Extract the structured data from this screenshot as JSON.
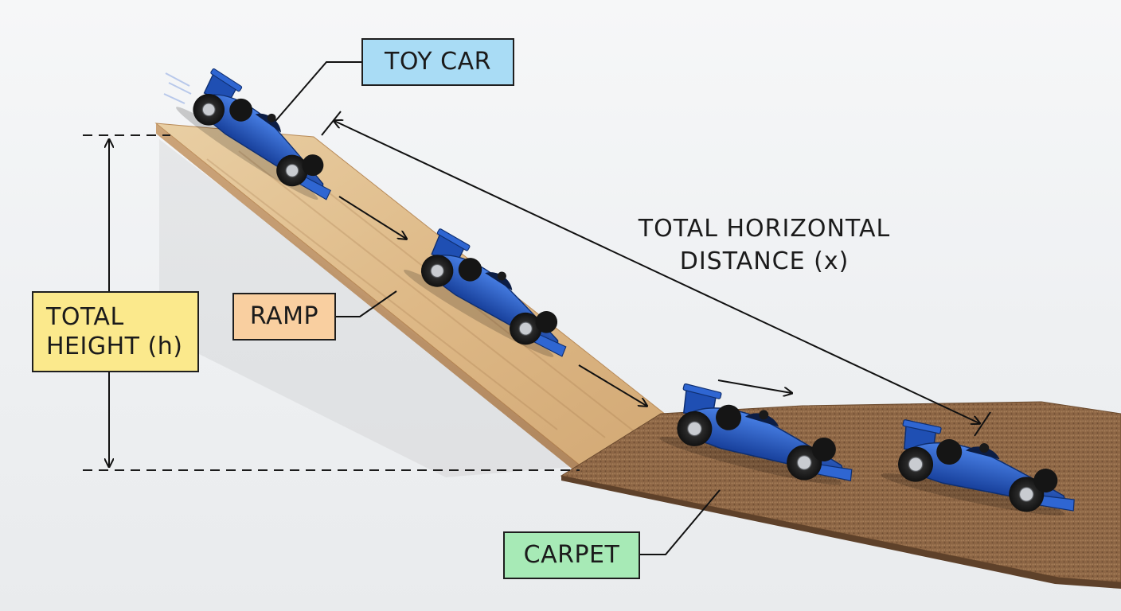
{
  "labels": {
    "toy_car": "TOY CAR",
    "ramp": "RAMP",
    "carpet": "CARPET",
    "total_height_line1": "TOTAL",
    "total_height_line2": "HEIGHT (h)",
    "distance_line1": "TOTAL HORIZONTAL",
    "distance_line2": "DISTANCE (x)"
  },
  "colors": {
    "toy_car_box": "#a9dcf5",
    "ramp_box": "#f9cfa0",
    "carpet_box": "#a7eab6",
    "height_box": "#fbe98c",
    "car_body": "#2358c4",
    "ramp_wood": "#e3c293",
    "carpet": "#8f6a48"
  }
}
